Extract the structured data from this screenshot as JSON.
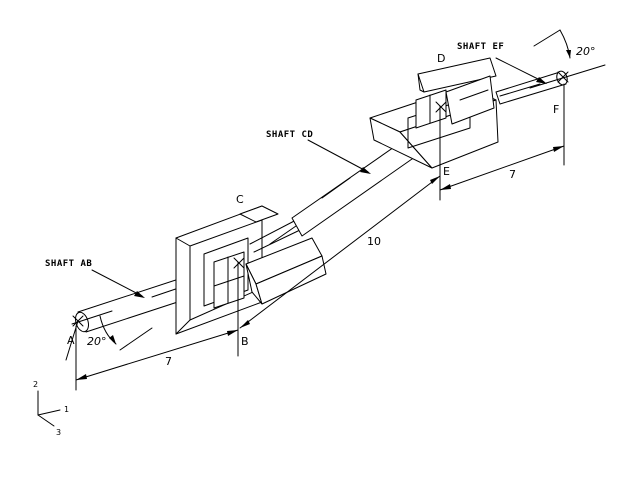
{
  "shafts": {
    "ab": "SHAFT AB",
    "cd": "SHAFT CD",
    "ef": "SHAFT EF"
  },
  "points": {
    "a": "A",
    "b": "B",
    "c": "C",
    "d": "D",
    "e": "E",
    "f": "F"
  },
  "angles": {
    "at_a": "20°",
    "at_f": "20°"
  },
  "dimensions": {
    "ab_length": "7",
    "be_length": "10",
    "ef_length": "7"
  },
  "axis_triad": {
    "axis_1": "1",
    "axis_2": "2",
    "axis_3": "3"
  }
}
